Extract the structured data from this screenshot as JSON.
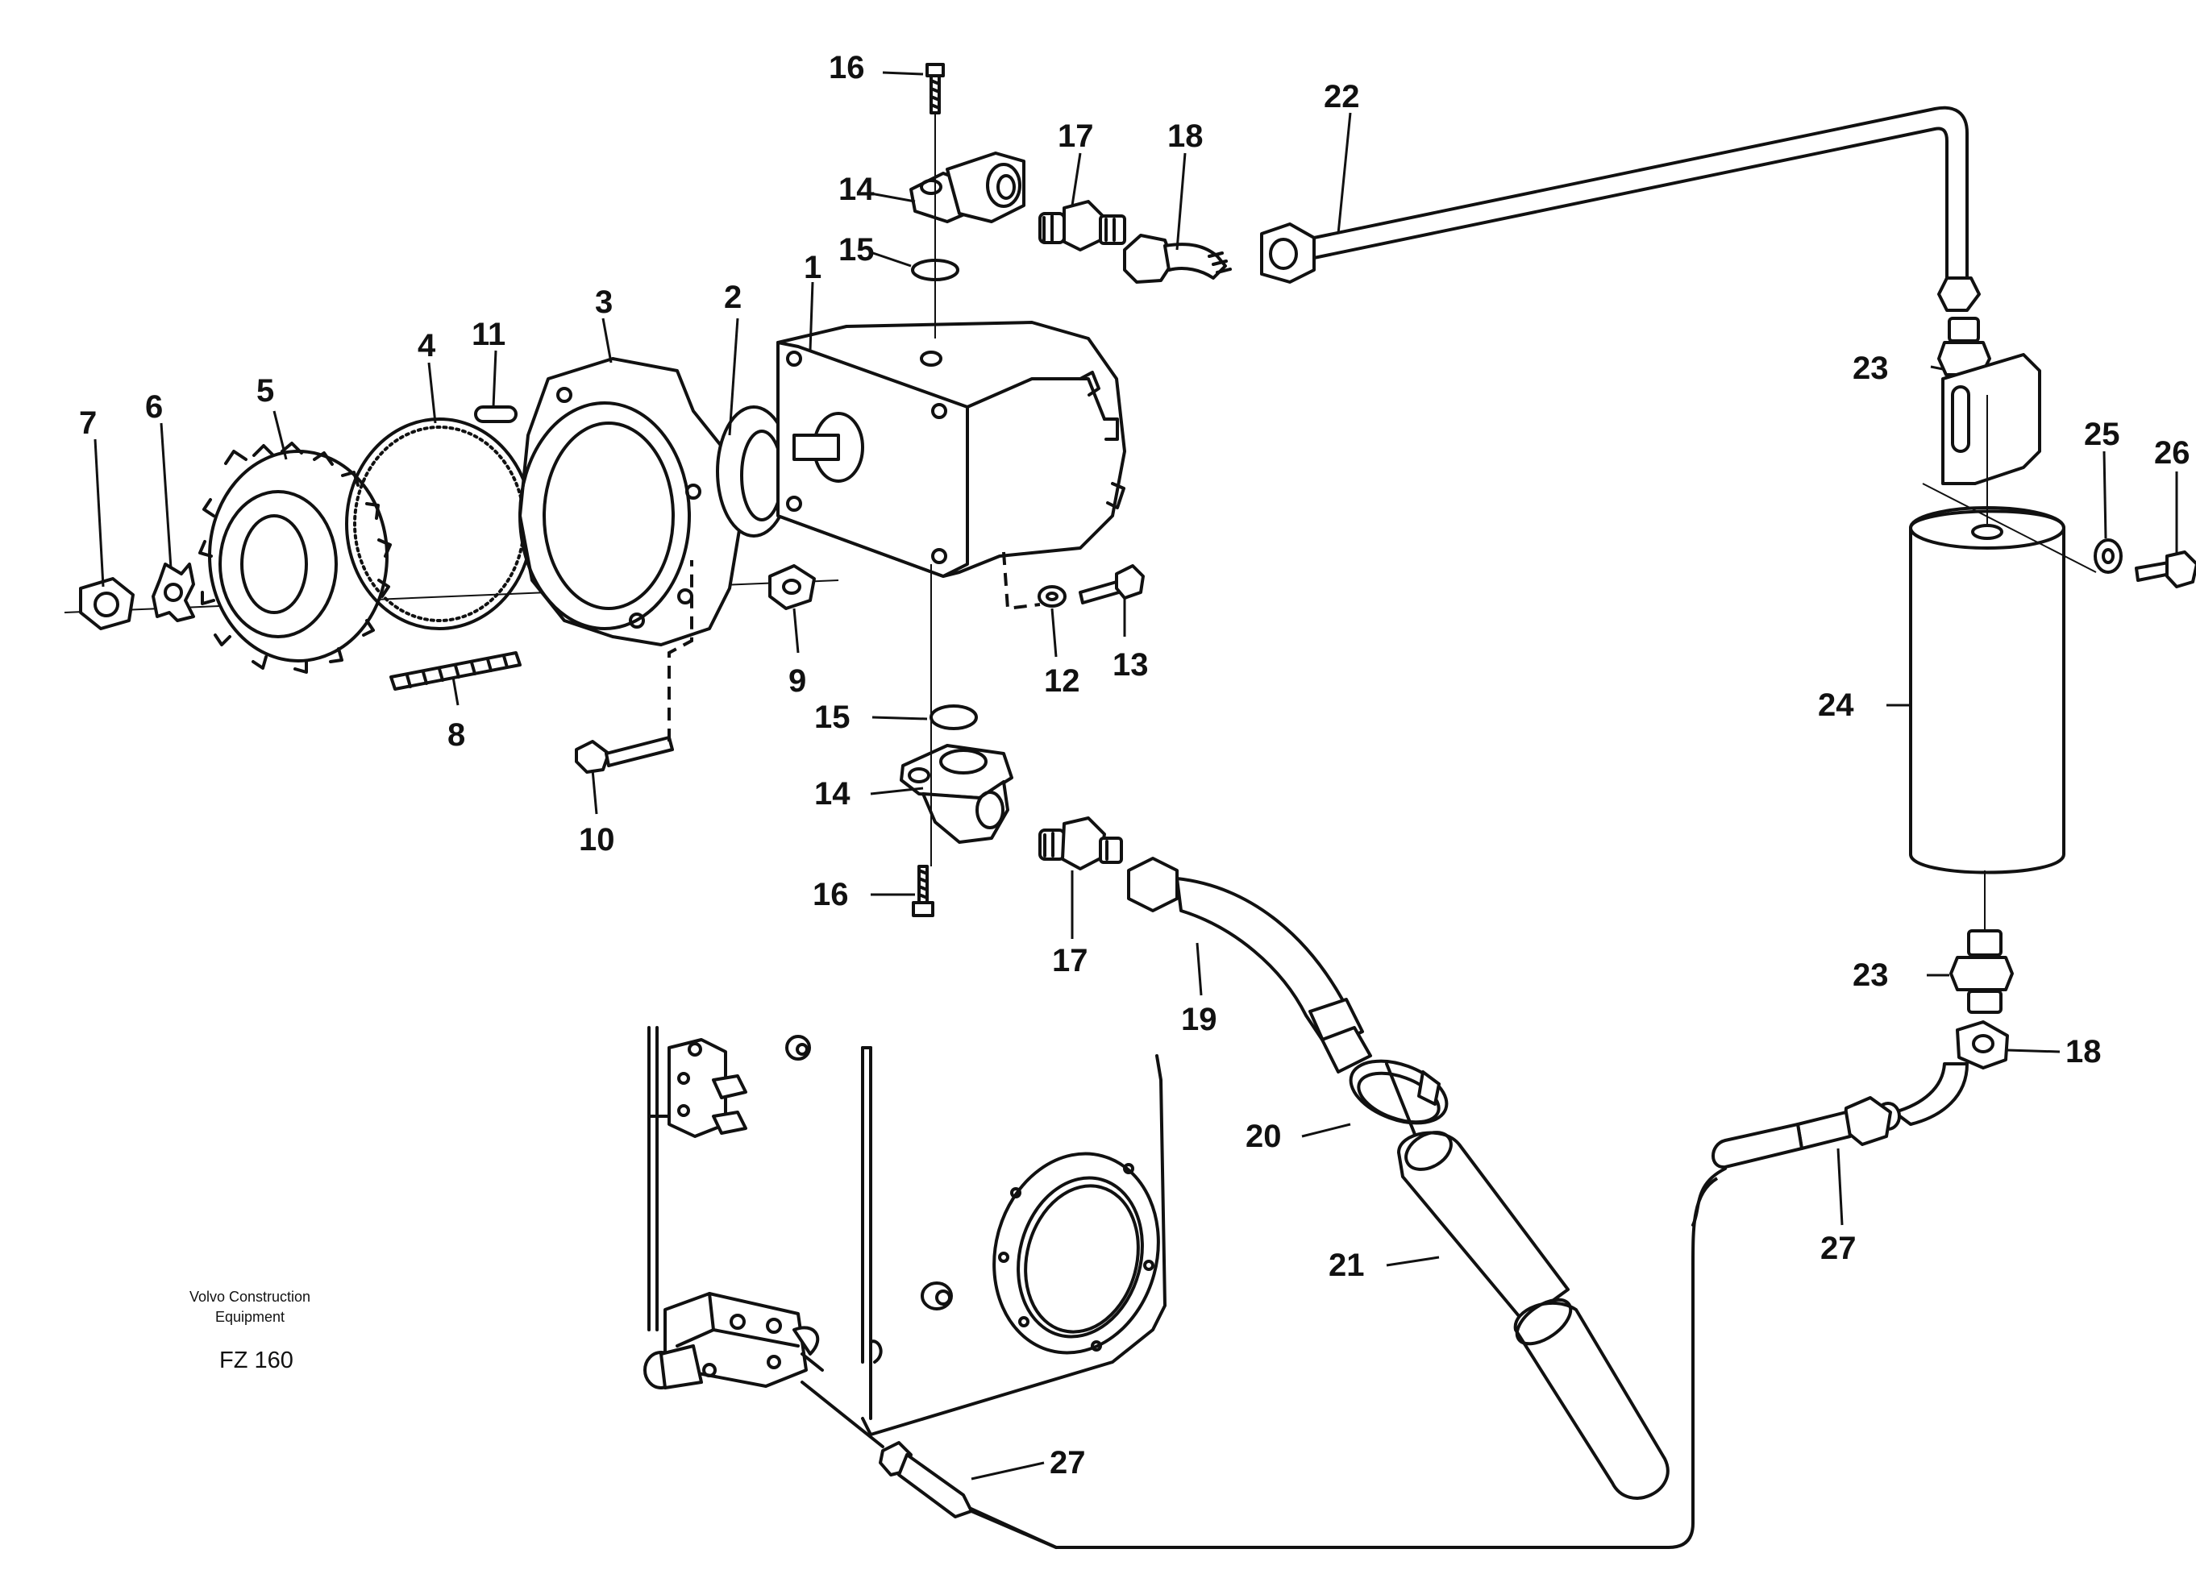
{
  "labels": {
    "l1": "1",
    "l2": "2",
    "l3": "3",
    "l4": "4",
    "l5": "5",
    "l6": "6",
    "l7": "7",
    "l8": "8",
    "l9": "9",
    "l10": "10",
    "l11": "11",
    "l12": "12",
    "l13": "13",
    "l14a": "14",
    "l14b": "14",
    "l15a": "15",
    "l15b": "15",
    "l16a": "16",
    "l16b": "16",
    "l17a": "17",
    "l17b": "17",
    "l18a": "18",
    "l18b": "18",
    "l19": "19",
    "l20": "20",
    "l21": "21",
    "l22": "22",
    "l23a": "23",
    "l23b": "23",
    "l24": "24",
    "l25": "25",
    "l26": "26",
    "l27a": "27",
    "l27b": "27"
  },
  "credit": {
    "line1": "Volvo Construction",
    "line2": "Equipment",
    "code": "FZ 160"
  }
}
